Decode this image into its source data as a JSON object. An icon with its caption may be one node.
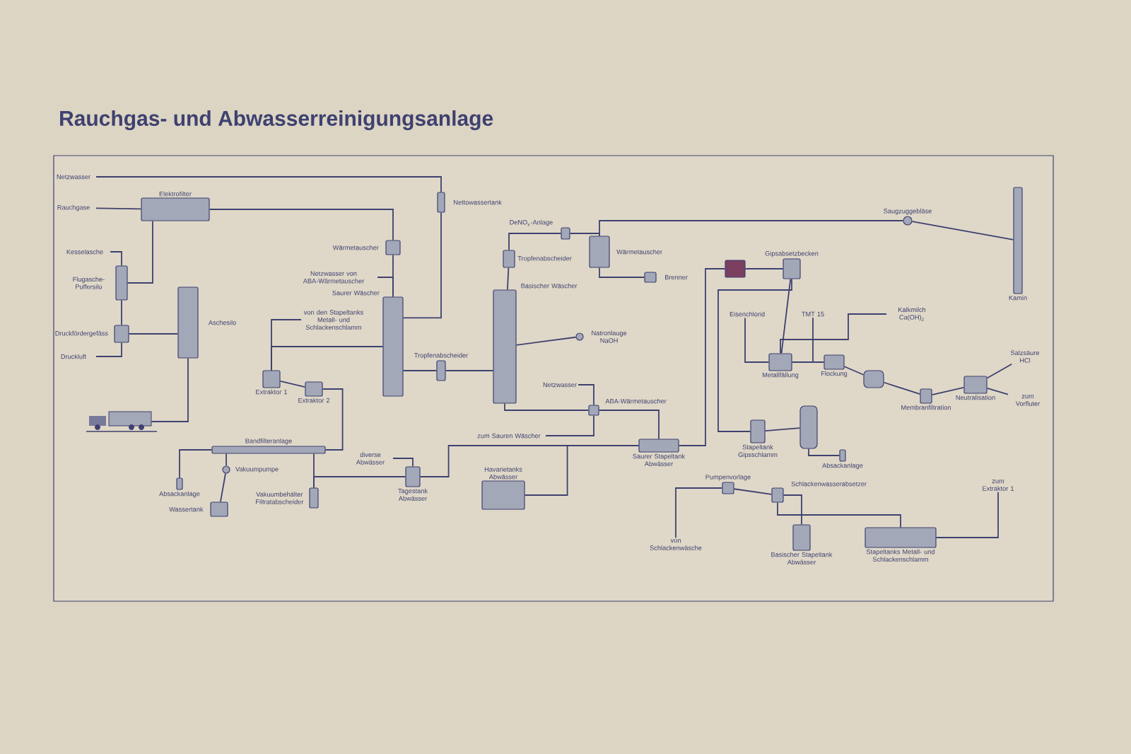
{
  "diagram": {
    "title": "Rauchgas- und Abwasserreinigungsanlage",
    "nodes": [
      {
        "text": [
          "Netzwasser"
        ]
      },
      {
        "text": [
          "Rauchgase"
        ]
      },
      {
        "text": [
          "Elektrofilter"
        ]
      },
      {
        "text": [
          "Kesselasche"
        ]
      },
      {
        "text": [
          "Flugasche-Puffersilo"
        ]
      },
      {
        "text": [
          "Druckfördergefäss"
        ]
      },
      {
        "text": [
          "Druckluft"
        ]
      },
      {
        "text": [
          "Aschesilo"
        ]
      },
      {
        "text": [],
        "shape": "picture"
      },
      {
        "text": [
          "Nettowassertank"
        ]
      },
      {
        "text": [
          "Wärmetauscher"
        ]
      },
      {
        "text": [
          "Netzwasser von ABA-Wärmetauscher"
        ]
      },
      {
        "text": [
          "Saurer Wäscher"
        ]
      },
      {
        "text": [
          "Tropfenabscheider"
        ]
      },
      {
        "text": [
          "Tropfenabscheider"
        ]
      },
      {
        "text": [
          "Basischer Wäscher"
        ]
      },
      {
        "text": [
          "DeNO$_{x}$-Anlage"
        ]
      },
      {
        "text": [
          "Wärmetauscher"
        ]
      },
      {
        "text": [
          "Brenner"
        ]
      },
      {
        "text": [
          "Natronlauge NaOH"
        ]
      },
      {
        "text": [
          "Netzwasser"
        ]
      },
      {
        "text": [
          "ABA-Wärmetauscher"
        ]
      },
      {
        "text": [
          "zum Sauren Wäscher"
        ]
      },
      {
        "text": [
          "Extraktor 1"
        ]
      },
      {
        "text": [
          "Extraktor 2"
        ]
      },
      {
        "text": [
          "von den Stapeltanks Metall- und Schlackenschlamm"
        ]
      },
      {
        "text": [
          "Bandfilteranlage"
        ]
      },
      {
        "text": [
          "Vakuumpumpe"
        ]
      },
      {
        "text": [
          "Absackanlage"
        ]
      },
      {
        "text": [
          "Wassertank"
        ]
      },
      {
        "text": [
          "Vakuumbehälter Filtratabscheider"
        ]
      },
      {
        "text": [
          "diverse Abwässer"
        ]
      },
      {
        "text": [
          "Tagestank Abwässer"
        ]
      },
      {
        "text": [
          "Havarietanks Abwässer"
        ]
      },
      {
        "text": [
          "Saurer Stapeltank Abwässer"
        ]
      },
      {
        "text": [
          "Kamin"
        ]
      },
      {
        "text": [
          "Saugzuggebläse"
        ]
      },
      {
        "text": [],
        "shape": "box"
      },
      {
        "text": [
          "Gipsabsetzbecken"
        ]
      },
      {
        "text": [
          "Kalkmilch Ca(OH)$_{2}$"
        ]
      },
      {
        "text": [
          "Eisenchlorid"
        ]
      },
      {
        "text": [
          "TMT 15"
        ]
      },
      {
        "text": [
          "Metallfällung"
        ]
      },
      {
        "text": [
          "Flockung"
        ]
      },
      {
        "text": [],
        "shape": "cylinder"
      },
      {
        "text": [
          "Membranfiltration"
        ]
      },
      {
        "text": [
          "Neutralisation"
        ]
      },
      {
        "text": [
          "Salzsäure HCl"
        ]
      },
      {
        "text": [
          "zum Vorfluter"
        ]
      },
      {
        "text": [
          "Stapeltank Gipsschlamm"
        ]
      },
      {
        "text": [],
        "shape": "cylinder"
      },
      {
        "text": [
          "Absackanlage"
        ]
      },
      {
        "text": [
          "Pumpenvorlage"
        ]
      },
      {
        "text": [
          "Schlackenwasserabsetzer"
        ]
      },
      {
        "text": [
          "von Schlackenwäsche"
        ]
      },
      {
        "text": [
          "Basischer Stapeltank Abwässer"
        ]
      },
      {
        "text": [
          "Stapeltanks Metall- und Schlackenschlamm"
        ]
      },
      {
        "text": [
          "zum Extraktor 1"
        ]
      }
    ],
    "edges": [
      {
        "from": 0,
        "to": 9,
        "arrow": "none"
      },
      {
        "from": 1,
        "to": 2,
        "arrow": "none"
      },
      {
        "from": 2,
        "to": 10,
        "arrow": "none"
      },
      {
        "from": 2,
        "to": 4,
        "arrow": "none"
      },
      {
        "from": 3,
        "to": 4,
        "arrow": "none"
      },
      {
        "from": 4,
        "to": 5,
        "arrow": "none"
      },
      {
        "from": 6,
        "to": 5,
        "arrow": "none"
      },
      {
        "from": 5,
        "to": 7,
        "arrow": "none"
      },
      {
        "from": 7,
        "to": 8,
        "arrow": "none"
      },
      {
        "from": 9,
        "to": 12,
        "arrow": "none"
      },
      {
        "from": 10,
        "to": 12,
        "arrow": "none"
      },
      {
        "from": 11,
        "to": 12,
        "arrow": "none"
      },
      {
        "from": 12,
        "to": 14,
        "arrow": "none"
      },
      {
        "from": 14,
        "to": 15,
        "arrow": "none"
      },
      {
        "from": 15,
        "to": 13,
        "arrow": "none"
      },
      {
        "from": 13,
        "to": 16,
        "arrow": "none"
      },
      {
        "from": 16,
        "to": 17,
        "arrow": "none"
      },
      {
        "from": 17,
        "to": 18,
        "arrow": "none"
      },
      {
        "from": 17,
        "to": 36,
        "arrow": "none"
      },
      {
        "from": 36,
        "to": 35,
        "arrow": "none"
      },
      {
        "from": 19,
        "to": 15,
        "arrow": "none"
      },
      {
        "from": 20,
        "to": 21,
        "arrow": "none"
      },
      {
        "from": 15,
        "to": 21,
        "arrow": "none"
      },
      {
        "from": 21,
        "to": 22,
        "arrow": "none"
      },
      {
        "from": 21,
        "to": 34,
        "arrow": "none"
      },
      {
        "from": 12,
        "to": 23,
        "arrow": "none"
      },
      {
        "from": 25,
        "to": 23,
        "arrow": "none"
      },
      {
        "from": 23,
        "to": 24,
        "arrow": "none"
      },
      {
        "from": 24,
        "to": 26,
        "arrow": "none"
      },
      {
        "from": 26,
        "to": 28,
        "arrow": "none"
      },
      {
        "from": 26,
        "to": 27,
        "arrow": "none"
      },
      {
        "from": 27,
        "to": 29,
        "arrow": "none"
      },
      {
        "from": 26,
        "to": 30,
        "arrow": "none"
      },
      {
        "from": 30,
        "to": 32,
        "arrow": "none"
      },
      {
        "from": 31,
        "to": 32,
        "arrow": "none"
      },
      {
        "from": 32,
        "to": 34,
        "arrow": "none"
      },
      {
        "from": 33,
        "to": 34,
        "arrow": "none"
      },
      {
        "from": 34,
        "to": 37,
        "arrow": "none"
      },
      {
        "from": 37,
        "to": 38,
        "arrow": "none"
      },
      {
        "from": 38,
        "to": 49,
        "arrow": "none"
      },
      {
        "from": 38,
        "to": 42,
        "arrow": "none"
      },
      {
        "from": 39,
        "to": 42,
        "arrow": "none"
      },
      {
        "from": 40,
        "to": 42,
        "arrow": "none"
      },
      {
        "from": 41,
        "to": 42,
        "arrow": "none"
      },
      {
        "from": 42,
        "to": 43,
        "arrow": "none"
      },
      {
        "from": 43,
        "to": 44,
        "arrow": "none"
      },
      {
        "from": 44,
        "to": 45,
        "arrow": "none"
      },
      {
        "from": 45,
        "to": 46,
        "arrow": "none"
      },
      {
        "from": 47,
        "to": 46,
        "arrow": "none"
      },
      {
        "from": 46,
        "to": 48,
        "arrow": "none"
      },
      {
        "from": 49,
        "to": 50,
        "arrow": "none"
      },
      {
        "from": 50,
        "to": 51,
        "arrow": "none"
      },
      {
        "from": 54,
        "to": 52,
        "arrow": "none"
      },
      {
        "from": 52,
        "to": 53,
        "arrow": "none"
      },
      {
        "from": 53,
        "to": 55,
        "arrow": "none"
      },
      {
        "from": 53,
        "to": 56,
        "arrow": "none"
      },
      {
        "from": 56,
        "to": 57,
        "arrow": "none"
      }
    ]
  }
}
